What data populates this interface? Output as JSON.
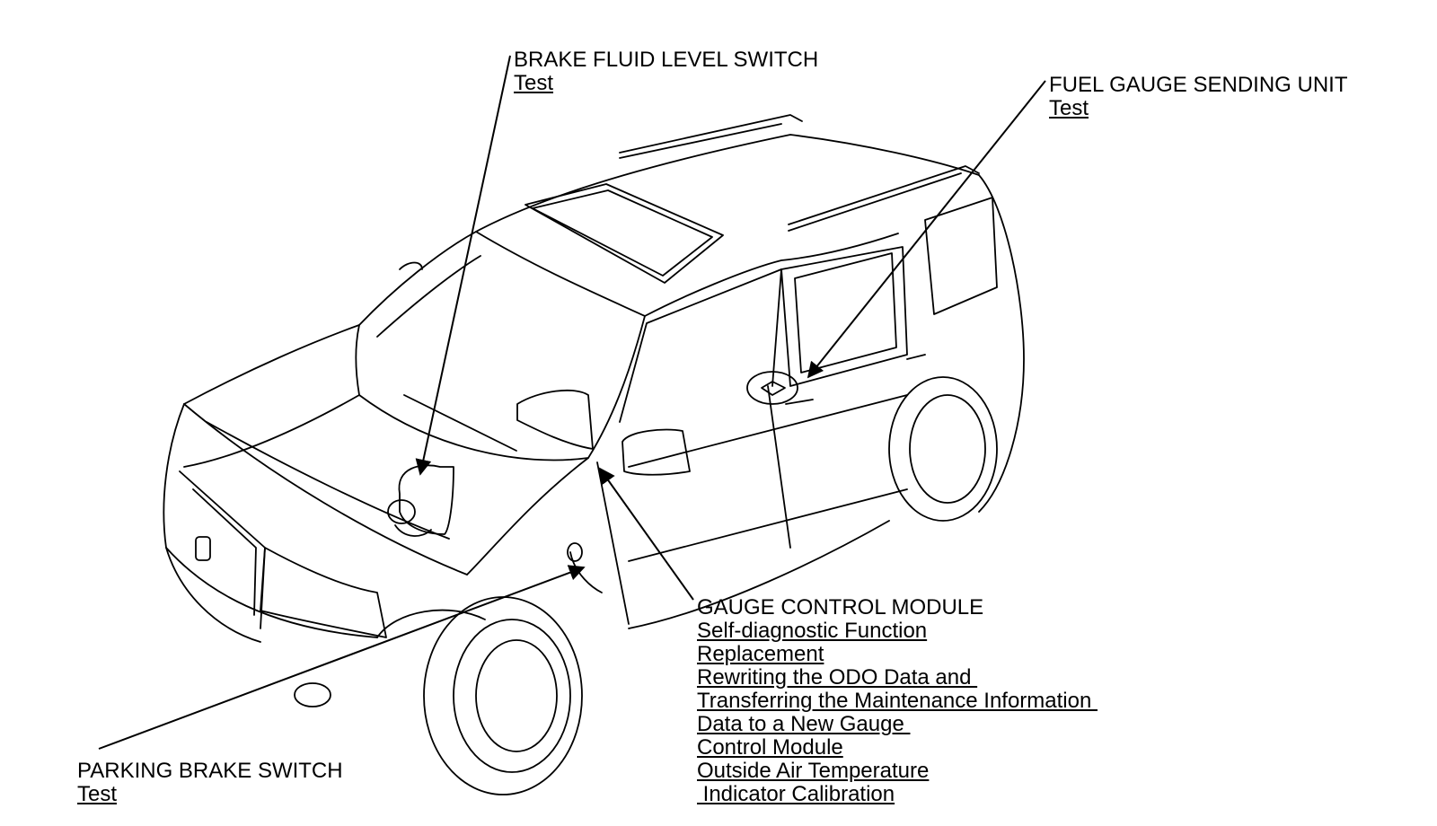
{
  "callouts": {
    "brake_fluid": {
      "title": "BRAKE FLUID LEVEL SWITCH",
      "links": [
        "Test"
      ]
    },
    "fuel_gauge": {
      "title": "FUEL GAUGE SENDING UNIT",
      "links": [
        "Test"
      ]
    },
    "gauge_module": {
      "title": "GAUGE CONTROL MODULE",
      "links": [
        "Self-diagnostic Function",
        "Replacement",
        "Rewriting the ODO Data and ",
        "Transferring the Maintenance Information ",
        "Data to a New Gauge ",
        "Control Module",
        "Outside Air Temperature",
        " Indicator Calibration"
      ]
    },
    "parking_brake": {
      "title": "PARKING BRAKE SWITCH",
      "links": [
        "Test"
      ]
    }
  },
  "colors": {
    "ink": "#000000",
    "paper": "#ffffff"
  }
}
